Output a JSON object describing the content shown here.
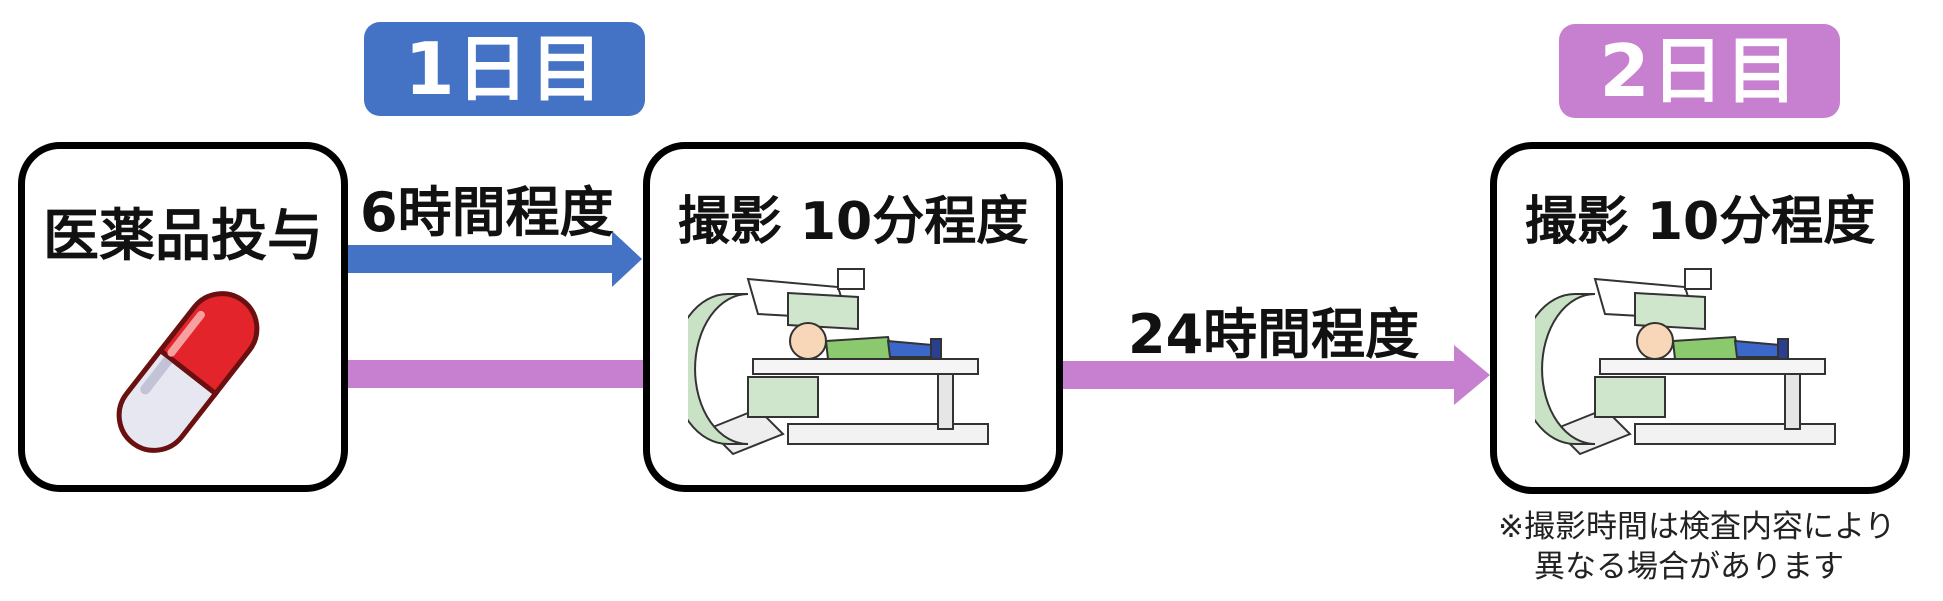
{
  "day1": {
    "label": "1日目",
    "color": "#4472c4"
  },
  "day2": {
    "label": "2日目",
    "color": "#c77fcf"
  },
  "steps": {
    "dose": {
      "title": "医薬品投与",
      "icon": "capsule-icon"
    },
    "scan1": {
      "title": "撮影 10分程度",
      "icon": "pet-scanner-icon"
    },
    "scan2": {
      "title": "撮影 10分程度",
      "icon": "pet-scanner-icon"
    }
  },
  "intervals": {
    "first": {
      "label": "6時間程度",
      "color": "#4472c4"
    },
    "second": {
      "label": "24時間程度",
      "color": "#c77fcf"
    }
  },
  "note": {
    "line1": "※撮影時間は検査内容により",
    "line2": "異なる場合があります"
  }
}
